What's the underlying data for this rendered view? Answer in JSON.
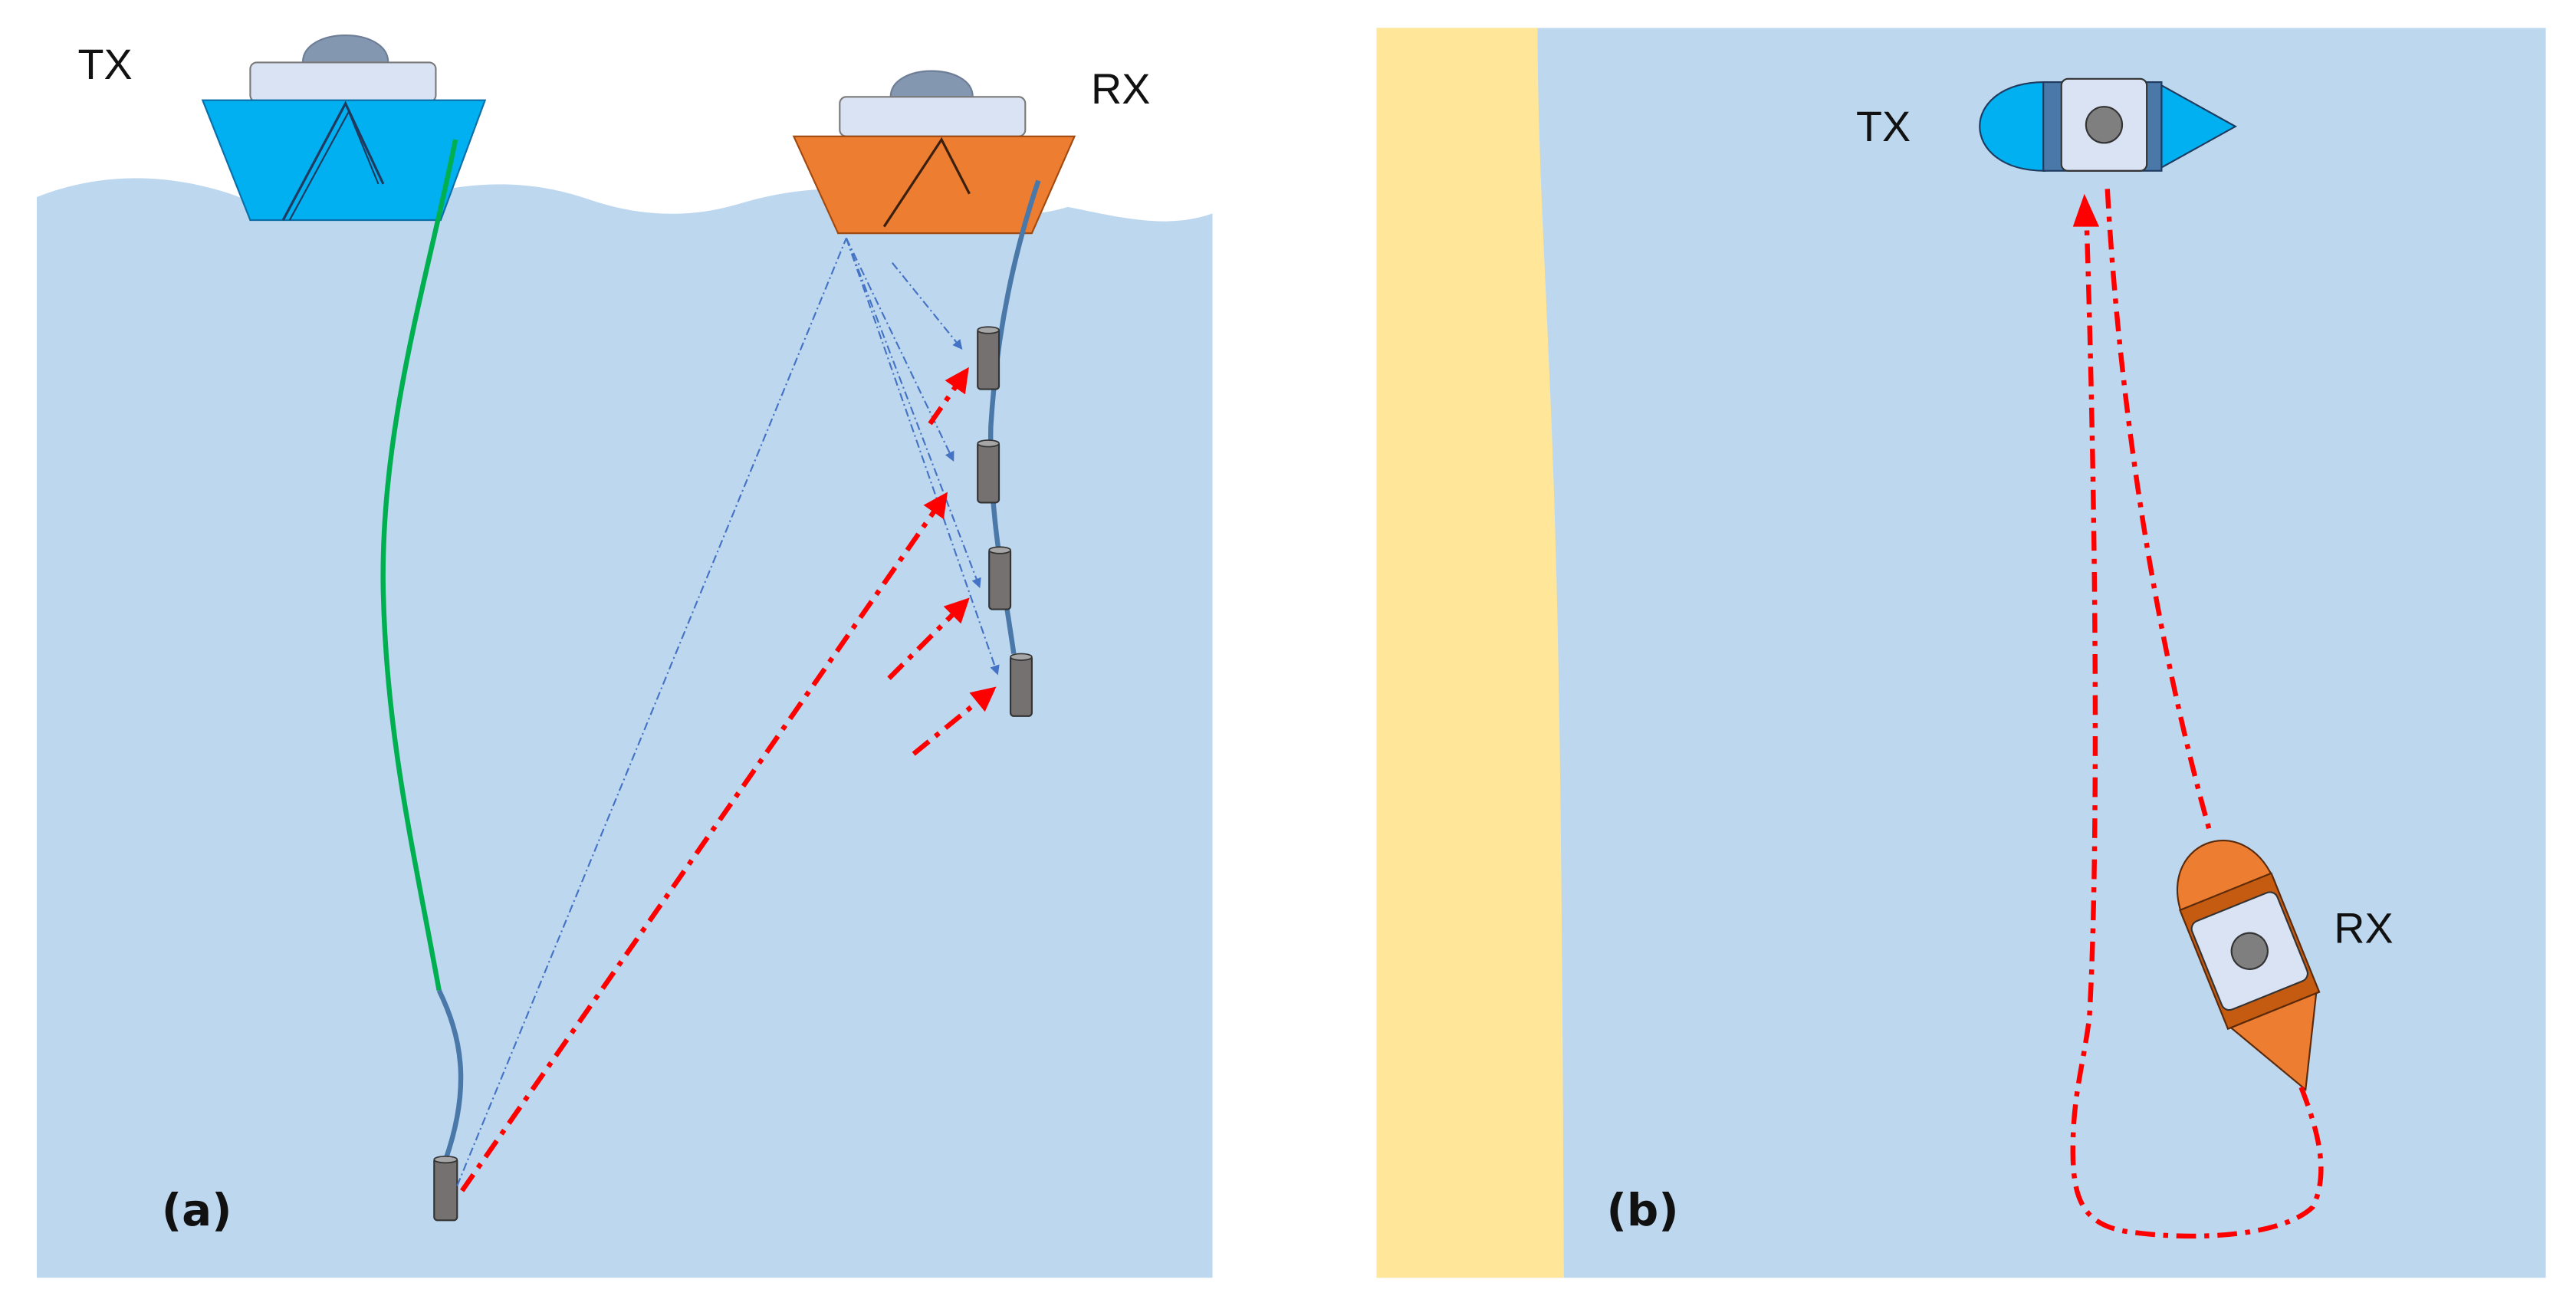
{
  "panel_a": {
    "caption": "(a)",
    "tx_label": "TX",
    "rx_label": "RX"
  },
  "panel_b": {
    "caption": "(b)",
    "tx_label": "TX",
    "rx_label": "RX"
  },
  "colors": {
    "water": "#bdd7ee",
    "sand": "#ffe699",
    "tx_hull": "#00b0f0",
    "rx_hull": "#ed7d31",
    "cabin": "#dae3f3",
    "dome": "#8497b0",
    "tx_cable": "#00b050",
    "rx_cable": "#4a78a8",
    "signal_path": "#ff0000",
    "reflection_path": "#4472c4",
    "hydrophone": "#767171"
  },
  "icons": [
    "boat-icon",
    "hydrophone-icon",
    "arrowhead-icon"
  ]
}
